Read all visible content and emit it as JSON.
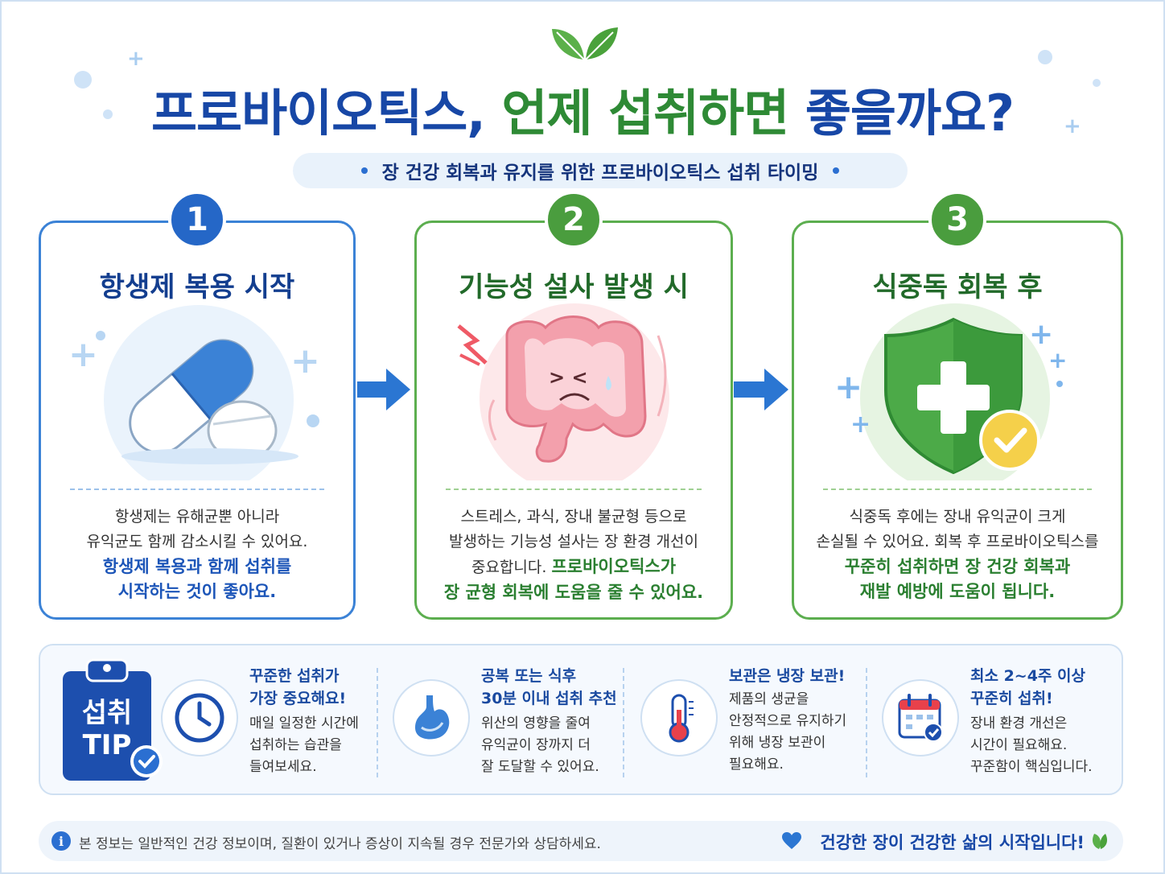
{
  "header": {
    "title_part1": "프로바이오틱스,",
    "title_part2": "언제 섭취하면",
    "title_part3": "좋을까요?",
    "subtitle": "장 건강 회복과 유지를 위한 프로바이오틱스 섭취 타이밍"
  },
  "steps": [
    {
      "number": "1",
      "title": "항생제 복용 시작",
      "desc_line1": "항생제는 유해균뿐 아니라",
      "desc_line2": "유익균도 함께 감소시킬 수 있어요.",
      "highlight_line1": "항생제 복용과 함께 섭취를",
      "highlight_line2": "시작하는 것이 좋아요.",
      "icon": "capsule-pill-icon"
    },
    {
      "number": "2",
      "title": "기능성 설사 발생 시",
      "desc_line1": "스트레스, 과식, 장내 불균형 등으로",
      "desc_line2": "발생하는 기능성 설사는 장 환경 개선이",
      "desc_line3": "중요합니다.",
      "highlight_line1": "프로바이오틱스가",
      "highlight_line2": "장 균형 회복에 도움을 줄 수 있어요.",
      "icon": "intestine-icon"
    },
    {
      "number": "3",
      "title": "식중독 회복 후",
      "desc_line1": "식중독 후에는 장내 유익균이 크게",
      "desc_line2": "손실될 수 있어요. 회복 후 프로바이오틱스를",
      "highlight_line1": "꾸준히 섭취하면 장 건강 회복과",
      "highlight_line2": "재발 예방에 도움이 됩니다.",
      "icon": "shield-cross-icon"
    }
  ],
  "tips": {
    "badge_line1": "섭취",
    "badge_line2": "TIP",
    "items": [
      {
        "title_line1": "꾸준한 섭취가",
        "title_line2": "가장 중요해요!",
        "desc_line1": "매일 일정한 시간에",
        "desc_line2": "섭취하는 습관을",
        "desc_line3": "들여보세요.",
        "icon": "clock-icon"
      },
      {
        "title_line1": "공복 또는 식후",
        "title_line2": "30분 이내 섭취 추천",
        "desc_line1": "위산의 영향을 줄여",
        "desc_line2": "유익균이 장까지 더",
        "desc_line3": "잘 도달할 수 있어요.",
        "icon": "stomach-icon"
      },
      {
        "title_line1": "보관은 냉장 보관!",
        "title_line2": "",
        "desc_line1": "제품의 생균을",
        "desc_line2": "안정적으로 유지하기",
        "desc_line3": "위해 냉장 보관이",
        "desc_line4": "필요해요.",
        "icon": "thermometer-icon"
      },
      {
        "title_line1": "최소 2~4주 이상",
        "title_line2": "꾸준히 섭취!",
        "desc_line1": "장내 환경 개선은",
        "desc_line2": "시간이 필요해요.",
        "desc_line3": "꾸준함이 핵심입니다.",
        "icon": "calendar-icon"
      }
    ]
  },
  "footer": {
    "note": "본 정보는 일반적인 건강 정보이며, 질환이 있거나 증상이 지속될 경우 전문가와 상담하세요.",
    "slogan": "건강한 장이 건강한 삶의 시작입니다!"
  },
  "colors": {
    "blue": "#1747a6",
    "green": "#2e8a35",
    "card_blue": "#3b82d6",
    "card_green": "#5cae4f"
  }
}
